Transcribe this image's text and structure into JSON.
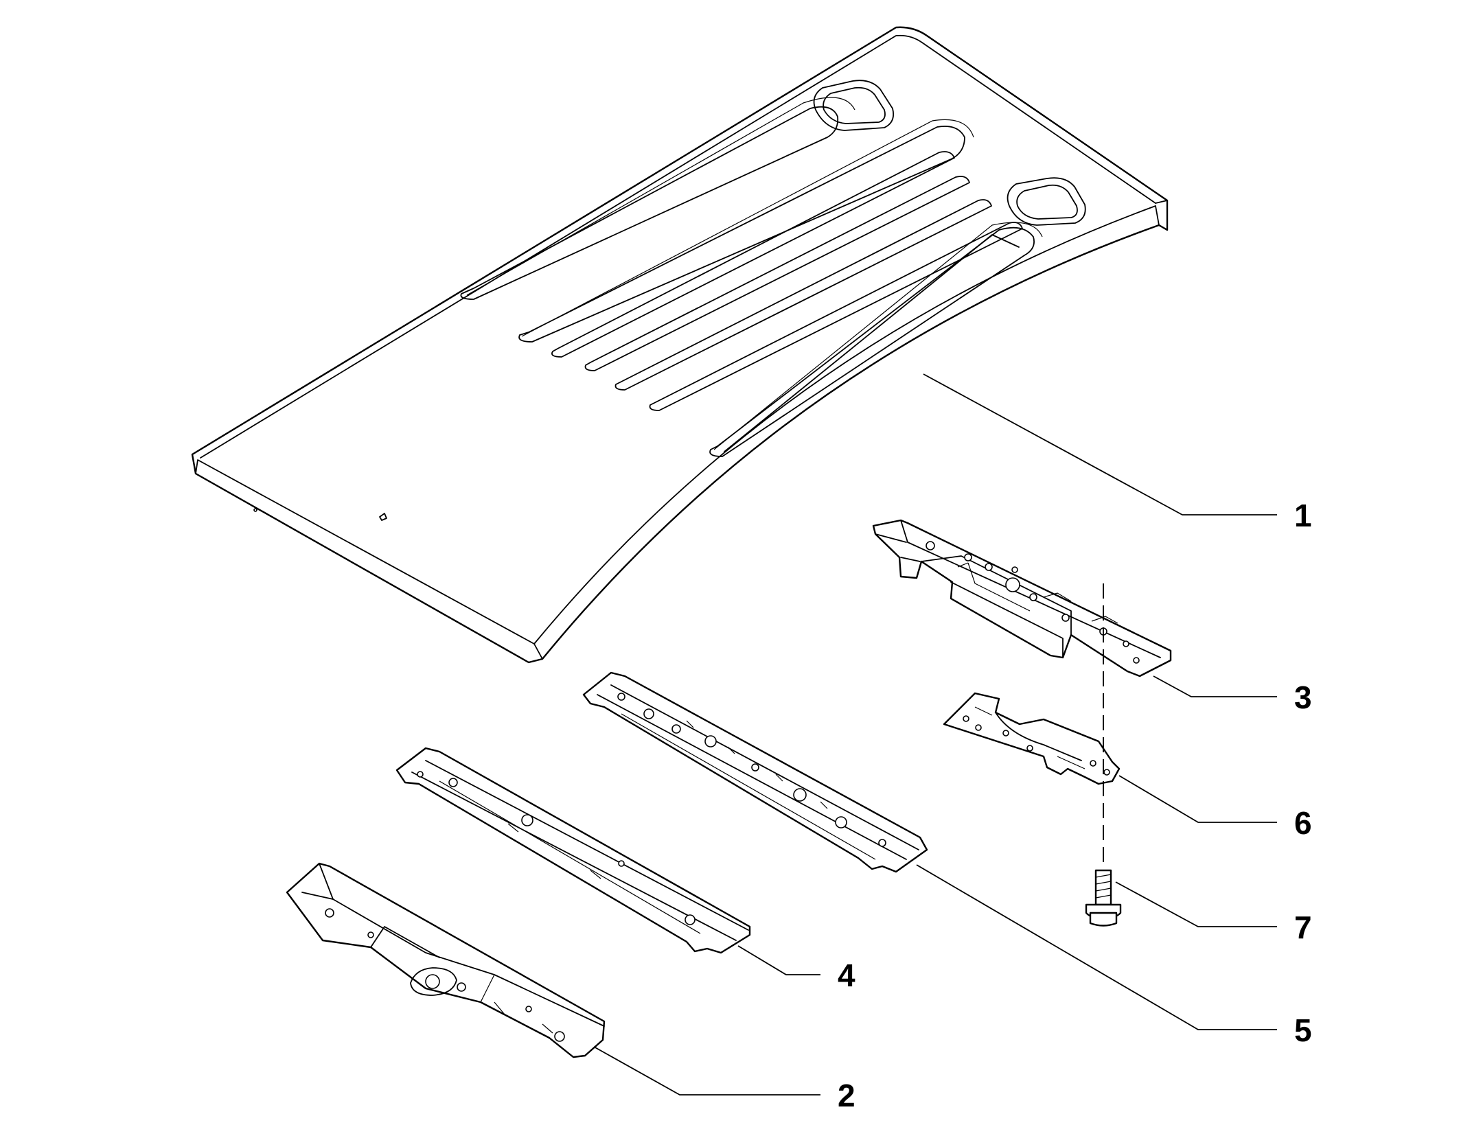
{
  "callouts": [
    {
      "label": "1"
    },
    {
      "label": "3"
    },
    {
      "label": "6"
    },
    {
      "label": "7"
    },
    {
      "label": "5"
    },
    {
      "label": "4"
    },
    {
      "label": "2"
    }
  ],
  "colors": {
    "line": "#000000",
    "background": "#ffffff"
  },
  "parts": [
    "roof-panel-icon",
    "rear-roof-crossmember-icon",
    "reinforcement-plate-icon",
    "bolt-icon",
    "middle-roof-bow-icon",
    "roof-bow-icon",
    "front-header-crossmember-icon"
  ]
}
